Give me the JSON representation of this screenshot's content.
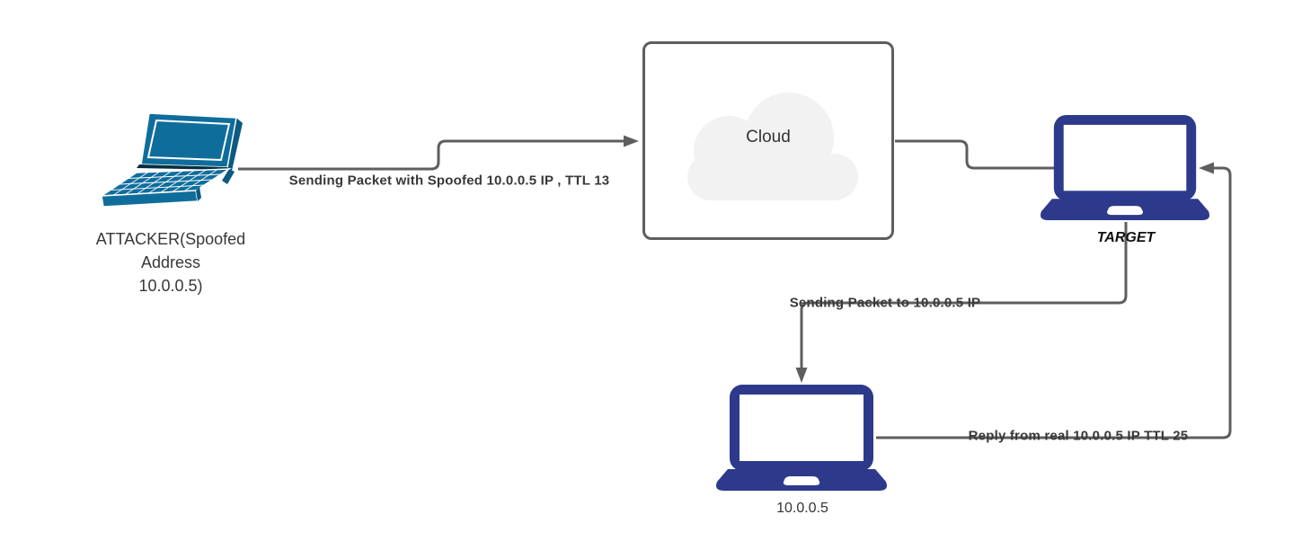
{
  "colors": {
    "background": "#ffffff",
    "edge": "#5e5e5e",
    "edge_label": "#383838",
    "node_label": "#333333",
    "attacker_teal": "#0f6d9c",
    "attacker_teal_dark": "#0b5a82",
    "laptop_navy": "#2d3a8c",
    "cloud_fill": "#f2f2f2",
    "cloud_border": "#5e5e5e"
  },
  "nodes": {
    "attacker": {
      "icon": "laptop-3d-icon",
      "label_line1": "ATTACKER(Spoofed",
      "label_line2": "Address",
      "label_line3": "10.0.0.5)"
    },
    "cloud": {
      "label": "Cloud"
    },
    "target": {
      "icon": "laptop-icon",
      "label": "TARGET"
    },
    "real_host": {
      "icon": "laptop-icon",
      "label": "10.0.0.5"
    }
  },
  "edges": {
    "attacker_to_cloud": {
      "label": "Sending Packet with Spoofed 10.0.0.5 IP , TTL 13"
    },
    "cloud_to_target": {
      "label": ""
    },
    "target_to_real_host": {
      "label": "Sending Packet to 10.0.0.5 IP"
    },
    "real_host_to_target": {
      "label": "Reply from real 10.0.0.5 IP TTL 25"
    }
  }
}
